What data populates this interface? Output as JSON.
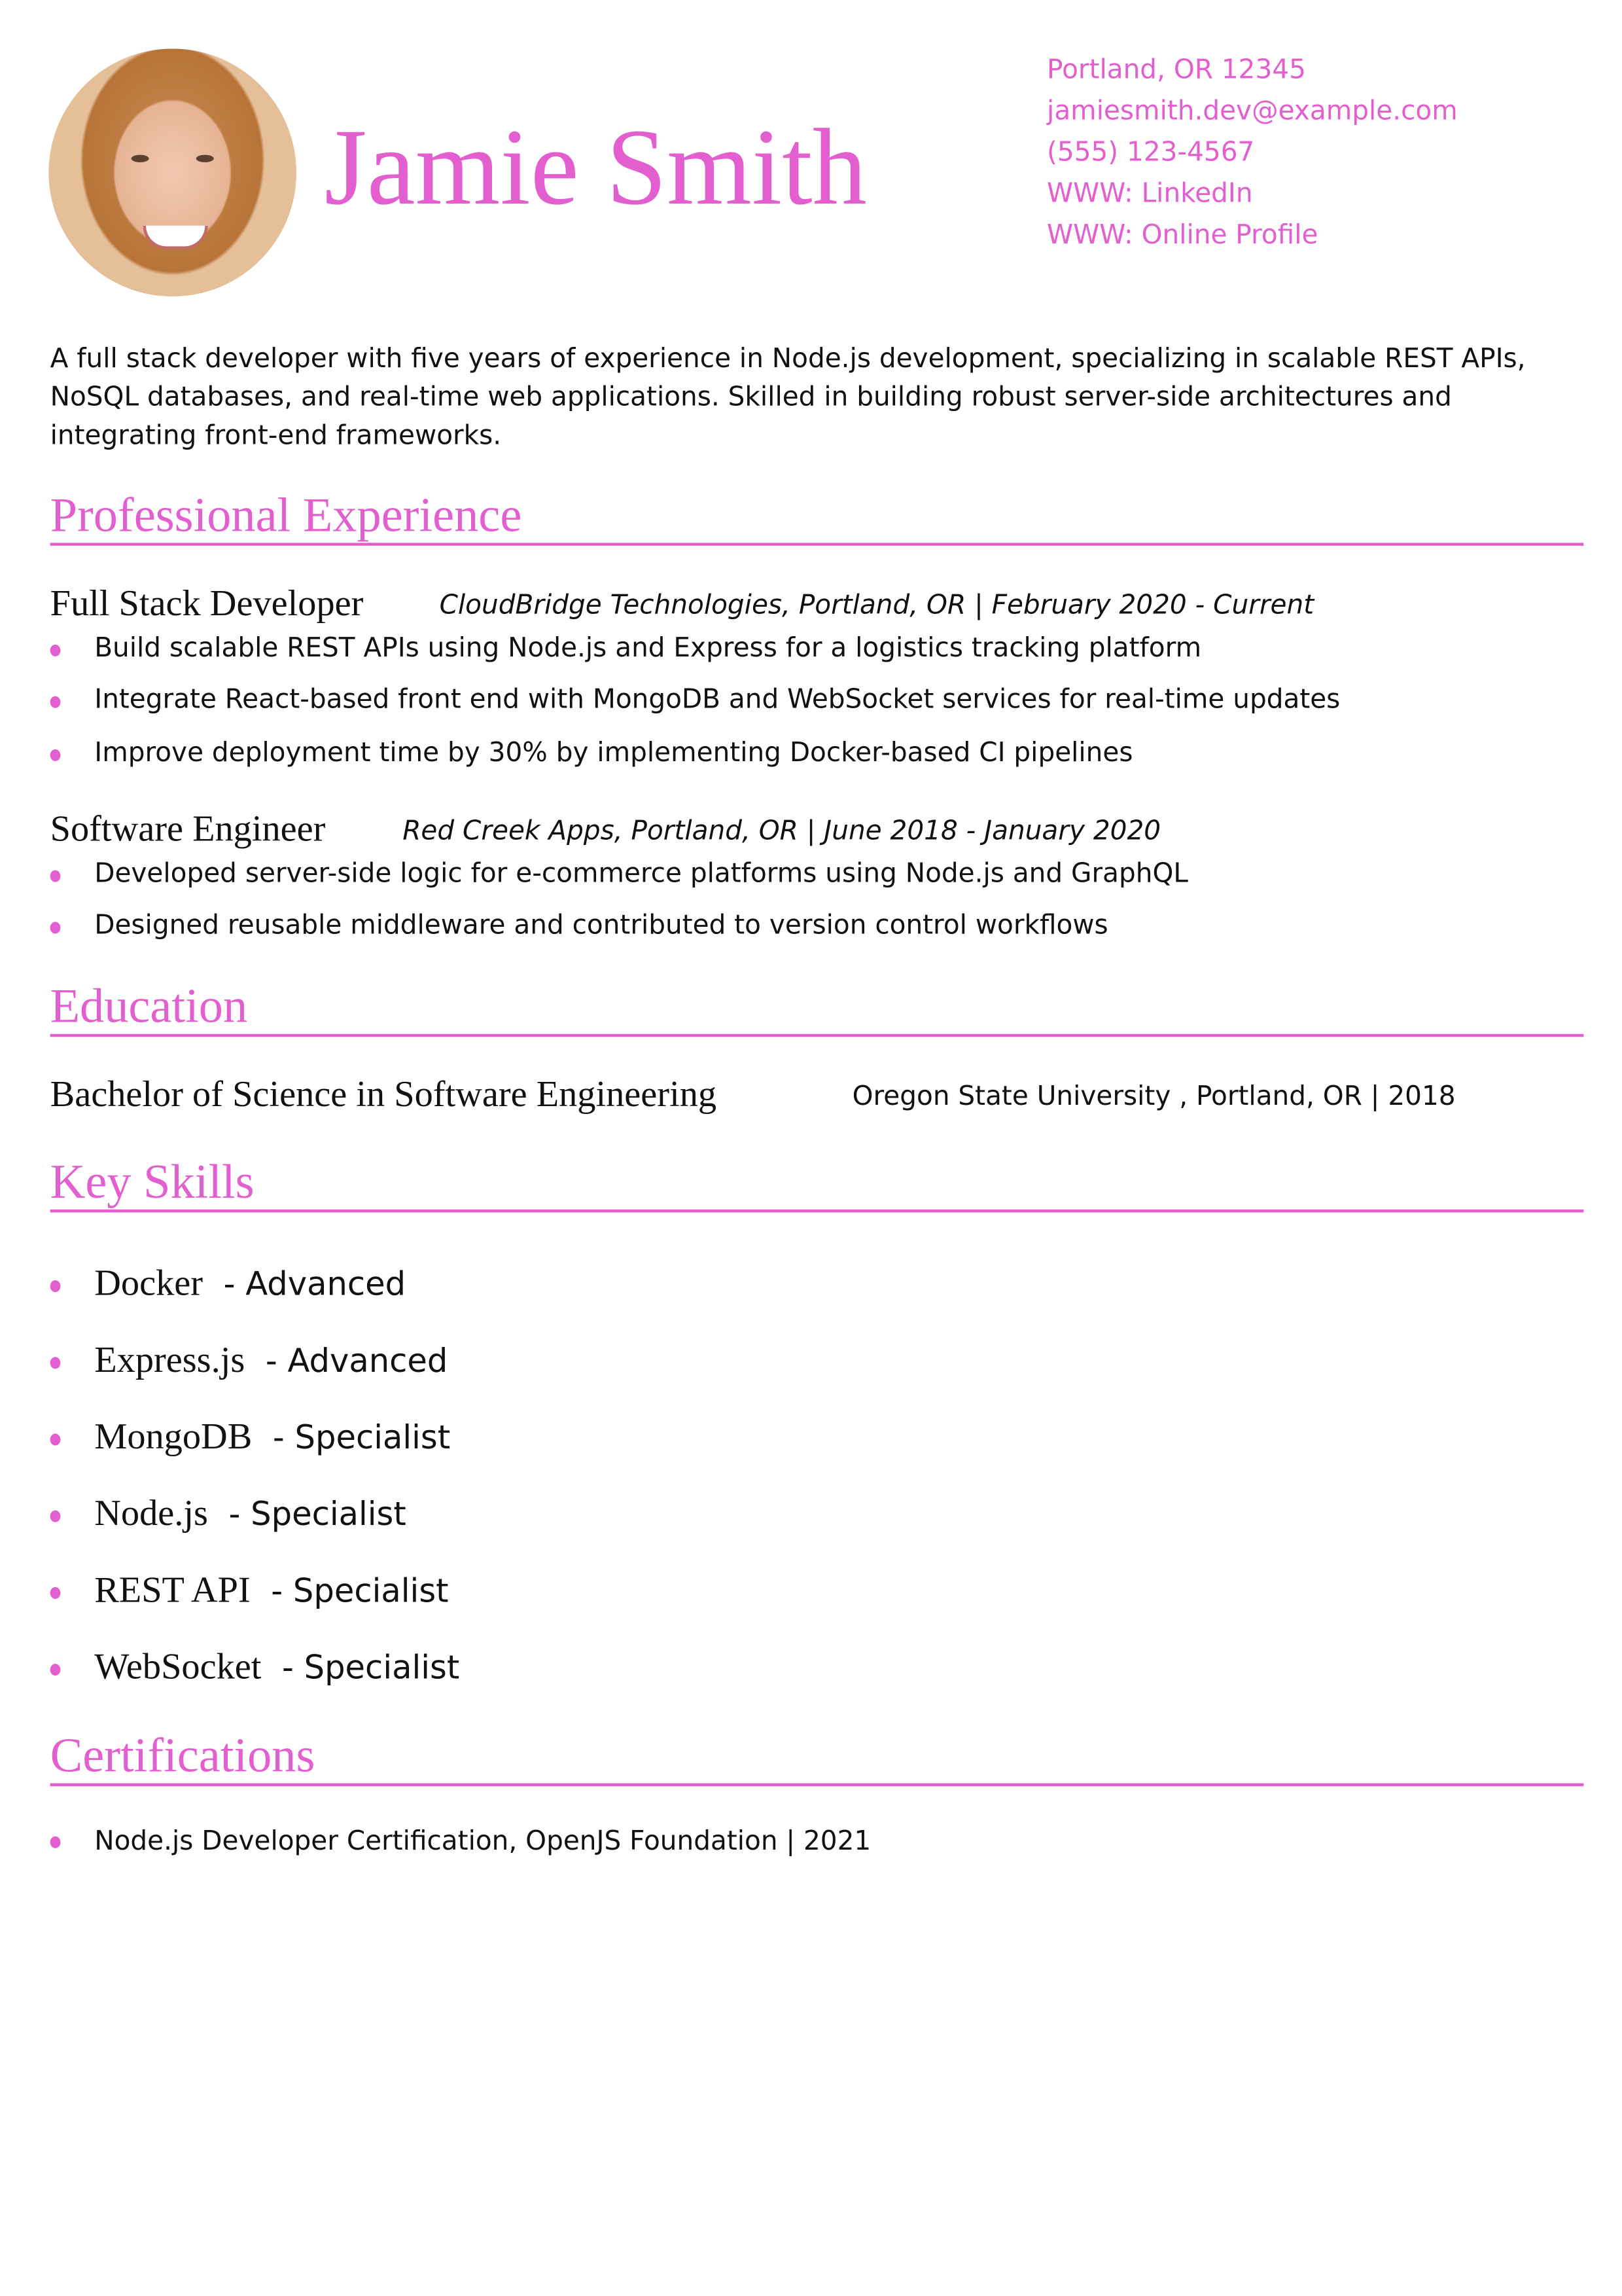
{
  "header": {
    "name": "Jamie Smith",
    "contacts": [
      "Portland, OR 12345",
      "jamiesmith.dev@example.com",
      "(555) 123-4567",
      "WWW: LinkedIn",
      "WWW: Online Profile"
    ]
  },
  "summary": "A full stack developer with five years of experience in Node.js development, specializing in scalable REST APIs, NoSQL databases, and real-time web applications. Skilled in building robust server-side architectures and integrating front-end frameworks.",
  "experience": {
    "heading": "Professional Experience",
    "jobs": [
      {
        "title": "Full Stack Developer",
        "meta": "CloudBridge Technologies, Portland, OR | February 2020 - Current",
        "bullets": [
          "Build scalable REST APIs using Node.js and Express for a logistics tracking platform",
          "Integrate React-based front end with MongoDB and WebSocket services for real-time updates",
          "Improve deployment time by 30% by implementing Docker-based CI pipelines"
        ]
      },
      {
        "title": "Software Engineer",
        "meta": "Red Creek Apps, Portland, OR | June 2018 - January 2020",
        "bullets": [
          "Developed server-side logic for e-commerce platforms using Node.js and GraphQL",
          "Designed reusable middleware and contributed to version control workflows"
        ]
      }
    ]
  },
  "education": {
    "heading": "Education",
    "degree": "Bachelor of Science in Software Engineering",
    "school": "Oregon State University , Portland, OR | 2018"
  },
  "skills": {
    "heading": "Key Skills",
    "items": [
      {
        "name": "Docker",
        "level": "- Advanced"
      },
      {
        "name": "Express.js",
        "level": "- Advanced"
      },
      {
        "name": "MongoDB",
        "level": "- Specialist"
      },
      {
        "name": "Node.js",
        "level": "- Specialist"
      },
      {
        "name": "REST API",
        "level": "- Specialist"
      },
      {
        "name": "WebSocket",
        "level": "- Specialist"
      }
    ]
  },
  "certifications": {
    "heading": "Certifications",
    "items": [
      "Node.js Developer Certification, OpenJS Foundation | 2021"
    ]
  },
  "colors": {
    "accent": "#e35fcf"
  }
}
